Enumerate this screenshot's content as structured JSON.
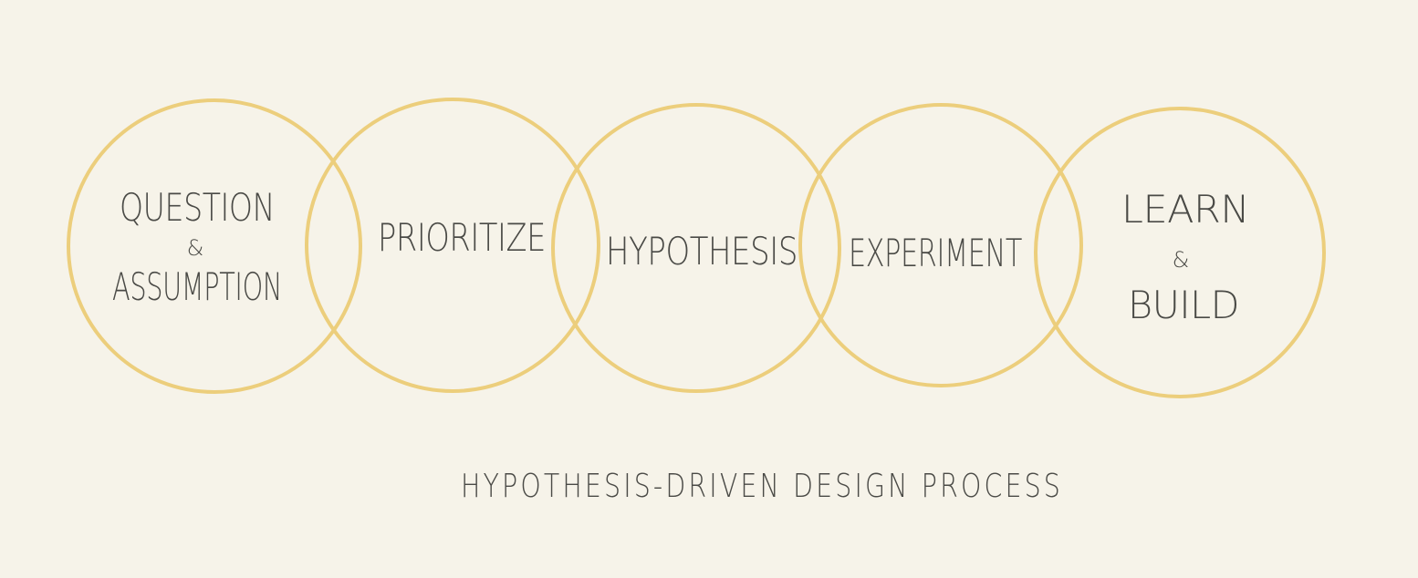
{
  "colors": {
    "background": "#f6f3e9",
    "circle_stroke": "#ecce7c",
    "text": "#4a4a46"
  },
  "diagram": {
    "caption": "HYPOTHESIS-DRIVEN DESIGN PROCESS",
    "steps": [
      {
        "lines": [
          "QUESTION",
          "&",
          "ASSUMPTION"
        ]
      },
      {
        "lines": [
          "PRIORITIZE"
        ]
      },
      {
        "lines": [
          "HYPOTHESIS"
        ]
      },
      {
        "lines": [
          "EXPERIMENT"
        ]
      },
      {
        "lines": [
          "LEARN",
          "&",
          "BUILD"
        ]
      }
    ]
  }
}
